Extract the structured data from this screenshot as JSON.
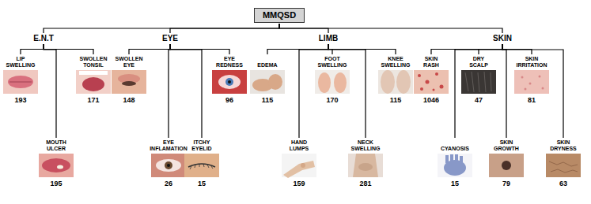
{
  "diagram": {
    "nodes": [
      {
        "text": [
          "MMQSD"
        ]
      },
      {
        "text": [
          "E.N.T"
        ]
      },
      {
        "text": [
          "EYE"
        ]
      },
      {
        "text": [
          "LIMB"
        ]
      },
      {
        "text": [
          "SKIN"
        ]
      },
      {
        "text": [
          "LIP SWELLING",
          "193"
        ]
      },
      {
        "text": [
          "MOUTH ULCER",
          "195"
        ]
      },
      {
        "text": [
          "SWOLLEN TONSIL",
          "171"
        ]
      },
      {
        "text": [
          "SWOLLEN EYE",
          "148"
        ]
      },
      {
        "text": [
          "EYE INFLAMATION",
          "26"
        ]
      },
      {
        "text": [
          "ITCHY EYELID",
          "15"
        ]
      },
      {
        "text": [
          "EYE REDNESS",
          "96"
        ]
      },
      {
        "text": [
          "EDEMA",
          "115"
        ]
      },
      {
        "text": [
          "HAND LUMPS",
          "159"
        ]
      },
      {
        "text": [
          "FOOT SWELLING",
          "170"
        ]
      },
      {
        "text": [
          "NECK SWELLING",
          "281"
        ]
      },
      {
        "text": [
          "KNEE SWELLING",
          "115"
        ]
      },
      {
        "text": [
          "SKIN RASH",
          "1046"
        ]
      },
      {
        "text": [
          "CYANOSIS",
          "15"
        ]
      },
      {
        "text": [
          "DRY SCALP",
          "47"
        ]
      },
      {
        "text": [
          "SKIN GROWTH",
          "79"
        ]
      },
      {
        "text": [
          "SKIN IRRITATION",
          "81"
        ]
      },
      {
        "text": [
          "SKIN DRYNESS",
          "63"
        ]
      }
    ],
    "edges": [
      {
        "from": 0,
        "to": 1,
        "arrow": "none"
      },
      {
        "from": 0,
        "to": 2,
        "arrow": "none"
      },
      {
        "from": 0,
        "to": 3,
        "arrow": "none"
      },
      {
        "from": 0,
        "to": 4,
        "arrow": "none"
      },
      {
        "from": 1,
        "to": 5,
        "arrow": "none"
      },
      {
        "from": 1,
        "to": 6,
        "arrow": "none"
      },
      {
        "from": 1,
        "to": 7,
        "arrow": "none"
      },
      {
        "from": 2,
        "to": 8,
        "arrow": "none"
      },
      {
        "from": 2,
        "to": 9,
        "arrow": "none"
      },
      {
        "from": 2,
        "to": 10,
        "arrow": "none"
      },
      {
        "from": 2,
        "to": 11,
        "arrow": "none"
      },
      {
        "from": 3,
        "to": 12,
        "arrow": "none"
      },
      {
        "from": 3,
        "to": 13,
        "arrow": "none"
      },
      {
        "from": 3,
        "to": 14,
        "arrow": "none"
      },
      {
        "from": 3,
        "to": 15,
        "arrow": "none"
      },
      {
        "from": 3,
        "to": 16,
        "arrow": "none"
      },
      {
        "from": 4,
        "to": 17,
        "arrow": "none"
      },
      {
        "from": 4,
        "to": 18,
        "arrow": "none"
      },
      {
        "from": 4,
        "to": 19,
        "arrow": "none"
      },
      {
        "from": 4,
        "to": 20,
        "arrow": "none"
      },
      {
        "from": 4,
        "to": 21,
        "arrow": "none"
      },
      {
        "from": 4,
        "to": 22,
        "arrow": "none"
      }
    ]
  }
}
